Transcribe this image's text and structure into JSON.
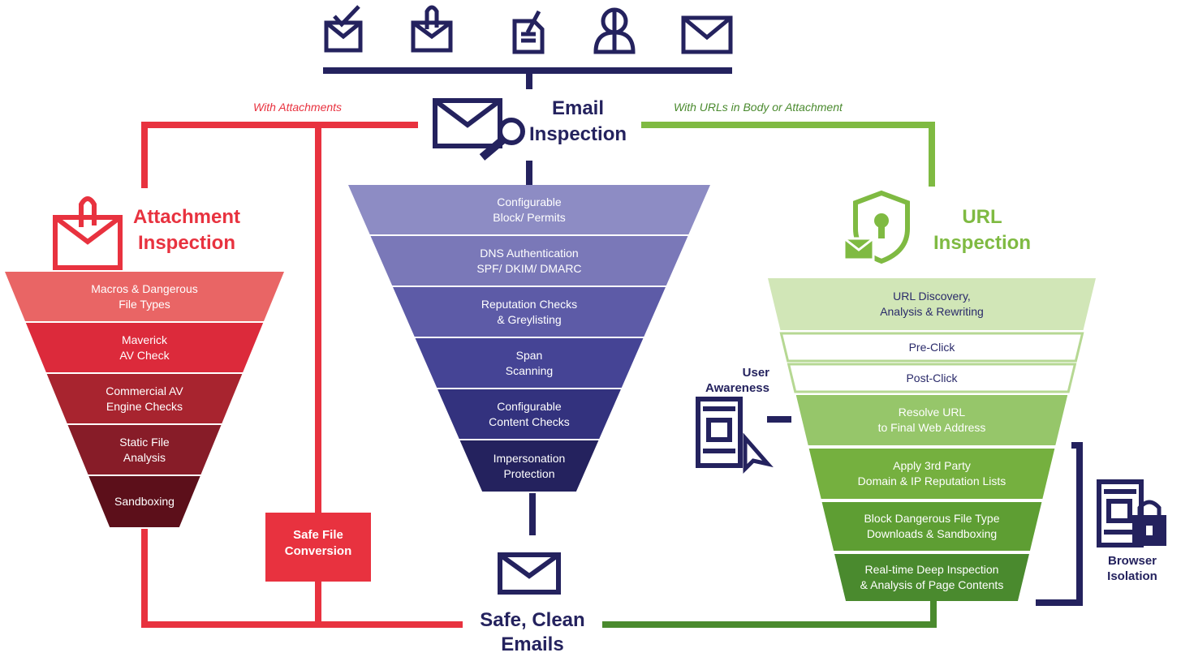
{
  "colors": {
    "navy": "#24225e",
    "red": "#e8323f",
    "green": "#7fba42",
    "dark_green": "#4a8a2e"
  },
  "top_icons": [
    "mail-check-icon",
    "mail-attachment-icon",
    "document-edit-icon",
    "person-icon",
    "envelope-icon"
  ],
  "email_inspection": {
    "title": "Email\nInspection",
    "stages": [
      {
        "label": "Configurable\nBlock/ Permits",
        "color": "#8d8cc4"
      },
      {
        "label": "DNS Authentication\nSPF/ DKIM/ DMARC",
        "color": "#7a78b8"
      },
      {
        "label": "Reputation Checks\n& Greylisting",
        "color": "#5d5ba7"
      },
      {
        "label": "Span\nScanning",
        "color": "#454495"
      },
      {
        "label": "Configurable\nContent Checks",
        "color": "#33327e"
      },
      {
        "label": "Impersonation\nProtection",
        "color": "#24225e"
      }
    ]
  },
  "attachment_inspection": {
    "title": "Attachment\nInspection",
    "branch_label": "With Attachments",
    "stages": [
      {
        "label": "Macros & Dangerous\nFile Types",
        "color": "#e96565"
      },
      {
        "label": "Maverick\nAV Check",
        "color": "#dc2a3b"
      },
      {
        "label": "Commercial AV\nEngine Checks",
        "color": "#a8242f"
      },
      {
        "label": "Static File\nAnalysis",
        "color": "#871c28"
      },
      {
        "label": "Sandboxing",
        "color": "#5c0f1a"
      }
    ],
    "safe_file_conversion": "Safe File\nConversion"
  },
  "url_inspection": {
    "title": "URL\nInspection",
    "branch_label": "With URLs in Body or Attachment",
    "stages": [
      {
        "label": "URL Discovery,\nAnalysis & Rewriting",
        "color": "#d1e6b7"
      },
      {
        "label": "Pre-Click",
        "color": "#ffffff"
      },
      {
        "label": "Post-Click",
        "color": "#ffffff"
      },
      {
        "label": "Resolve URL\nto Final Web Address",
        "color": "#96c66a"
      },
      {
        "label": "Apply 3rd Party\nDomain & IP Reputation Lists",
        "color": "#75b03f"
      },
      {
        "label": "Block Dangerous File Type\nDownloads & Sandboxing",
        "color": "#5e9e33"
      },
      {
        "label": "Real-time Deep Inspection\n& Analysis of Page Contents",
        "color": "#4a8a2e"
      }
    ],
    "user_awareness": "User\nAwareness",
    "browser_isolation": "Browser\nIsolation"
  },
  "output": {
    "label": "Safe, Clean\nEmails"
  }
}
